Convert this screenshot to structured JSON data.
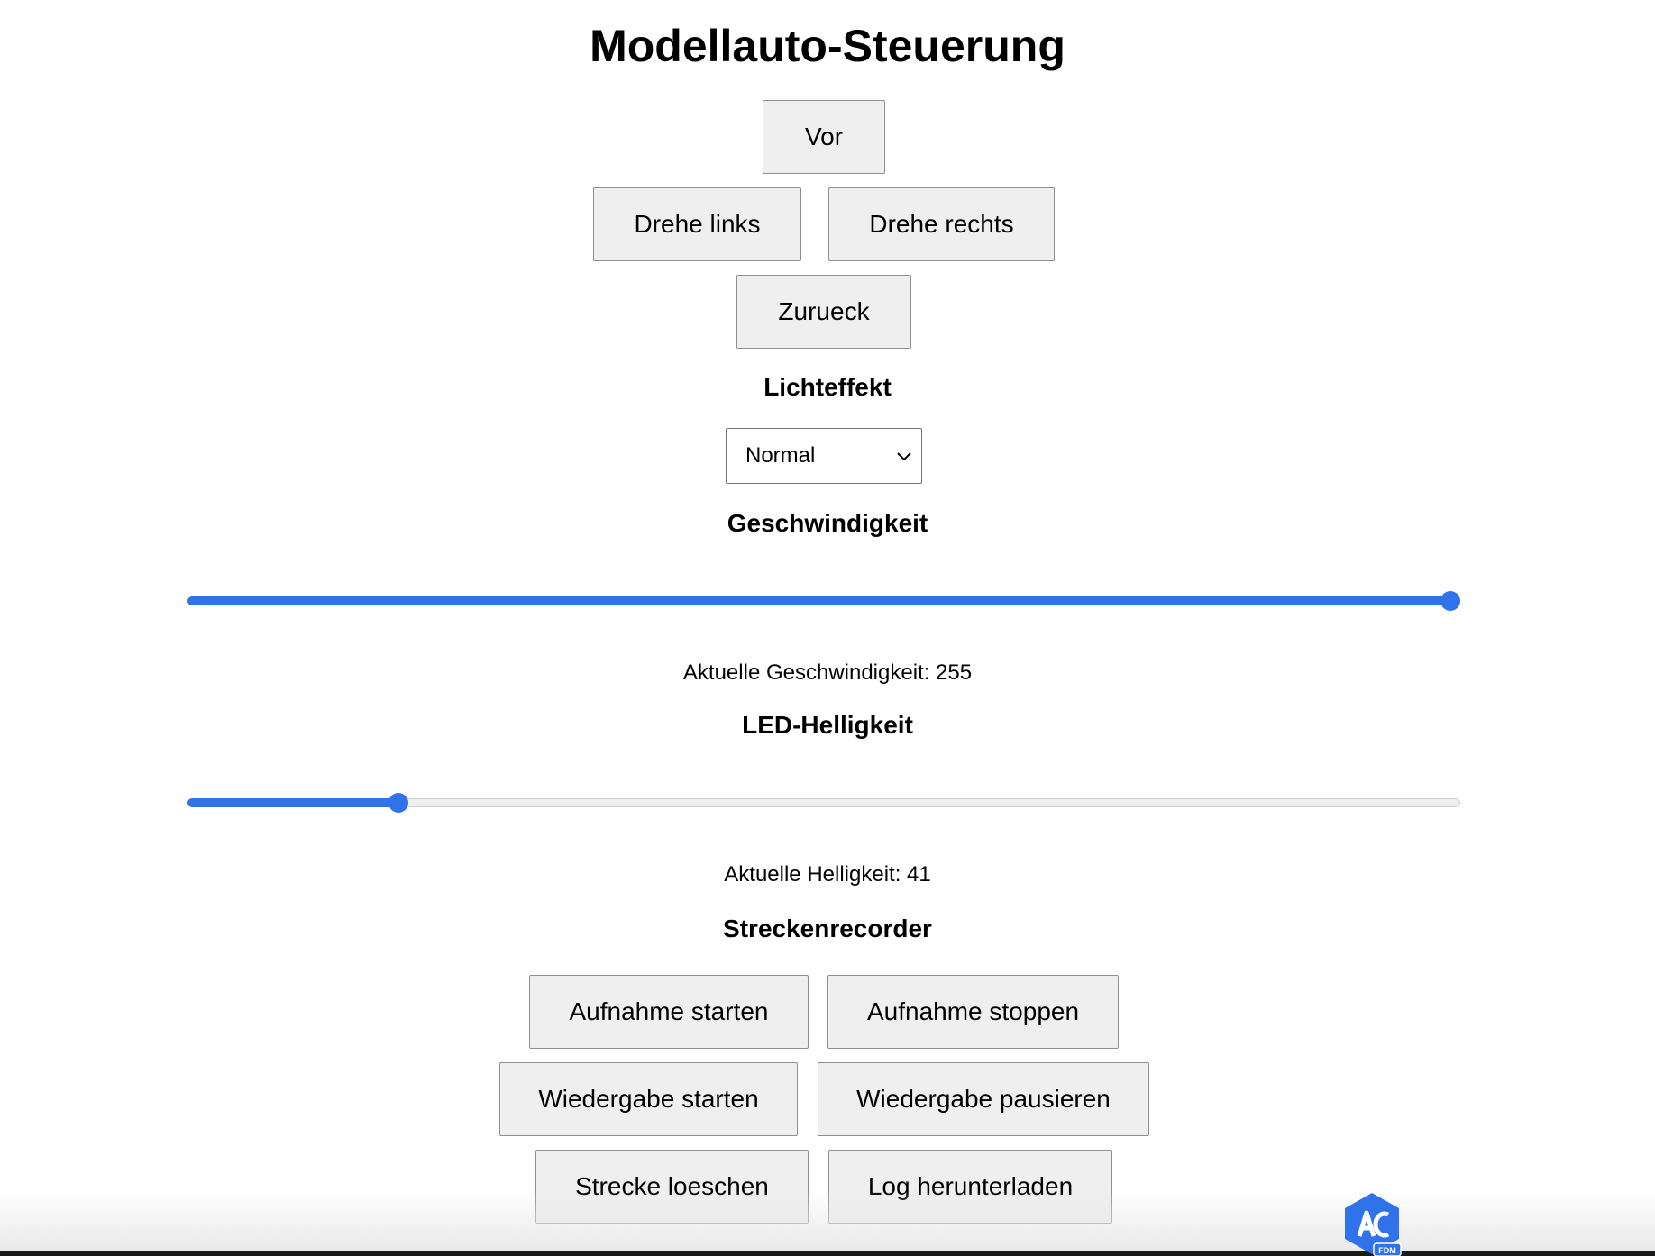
{
  "page_title": "Modellauto-Steuerung",
  "controls": {
    "forward": "Vor",
    "turn_left": "Drehe links",
    "turn_right": "Drehe rechts",
    "back": "Zurueck"
  },
  "light_effect": {
    "heading": "Lichteffekt",
    "selected": "Normal",
    "chevron_icon": "chevron-down-icon"
  },
  "speed": {
    "heading": "Geschwindigkeit",
    "value": 255,
    "min": 0,
    "max": 255,
    "label": "Aktuelle Geschwindigkeit: 255"
  },
  "led": {
    "heading": "LED-Helligkeit",
    "value": 41,
    "min": 0,
    "max": 255,
    "label": "Aktuelle Helligkeit: 41"
  },
  "recorder": {
    "heading": "Streckenrecorder",
    "start_recording": "Aufnahme starten",
    "stop_recording": "Aufnahme stoppen",
    "start_playback": "Wiedergabe starten",
    "pause_playback": "Wiedergabe pausieren",
    "delete_track": "Strecke loeschen",
    "download_log": "Log herunterladen"
  },
  "overlay": {
    "logo_icon": "fdm-logo-icon",
    "logo_text": "FDM"
  },
  "colors": {
    "accent": "#2f72ea",
    "button_bg": "#efefef",
    "button_border": "#8f8f8f"
  }
}
